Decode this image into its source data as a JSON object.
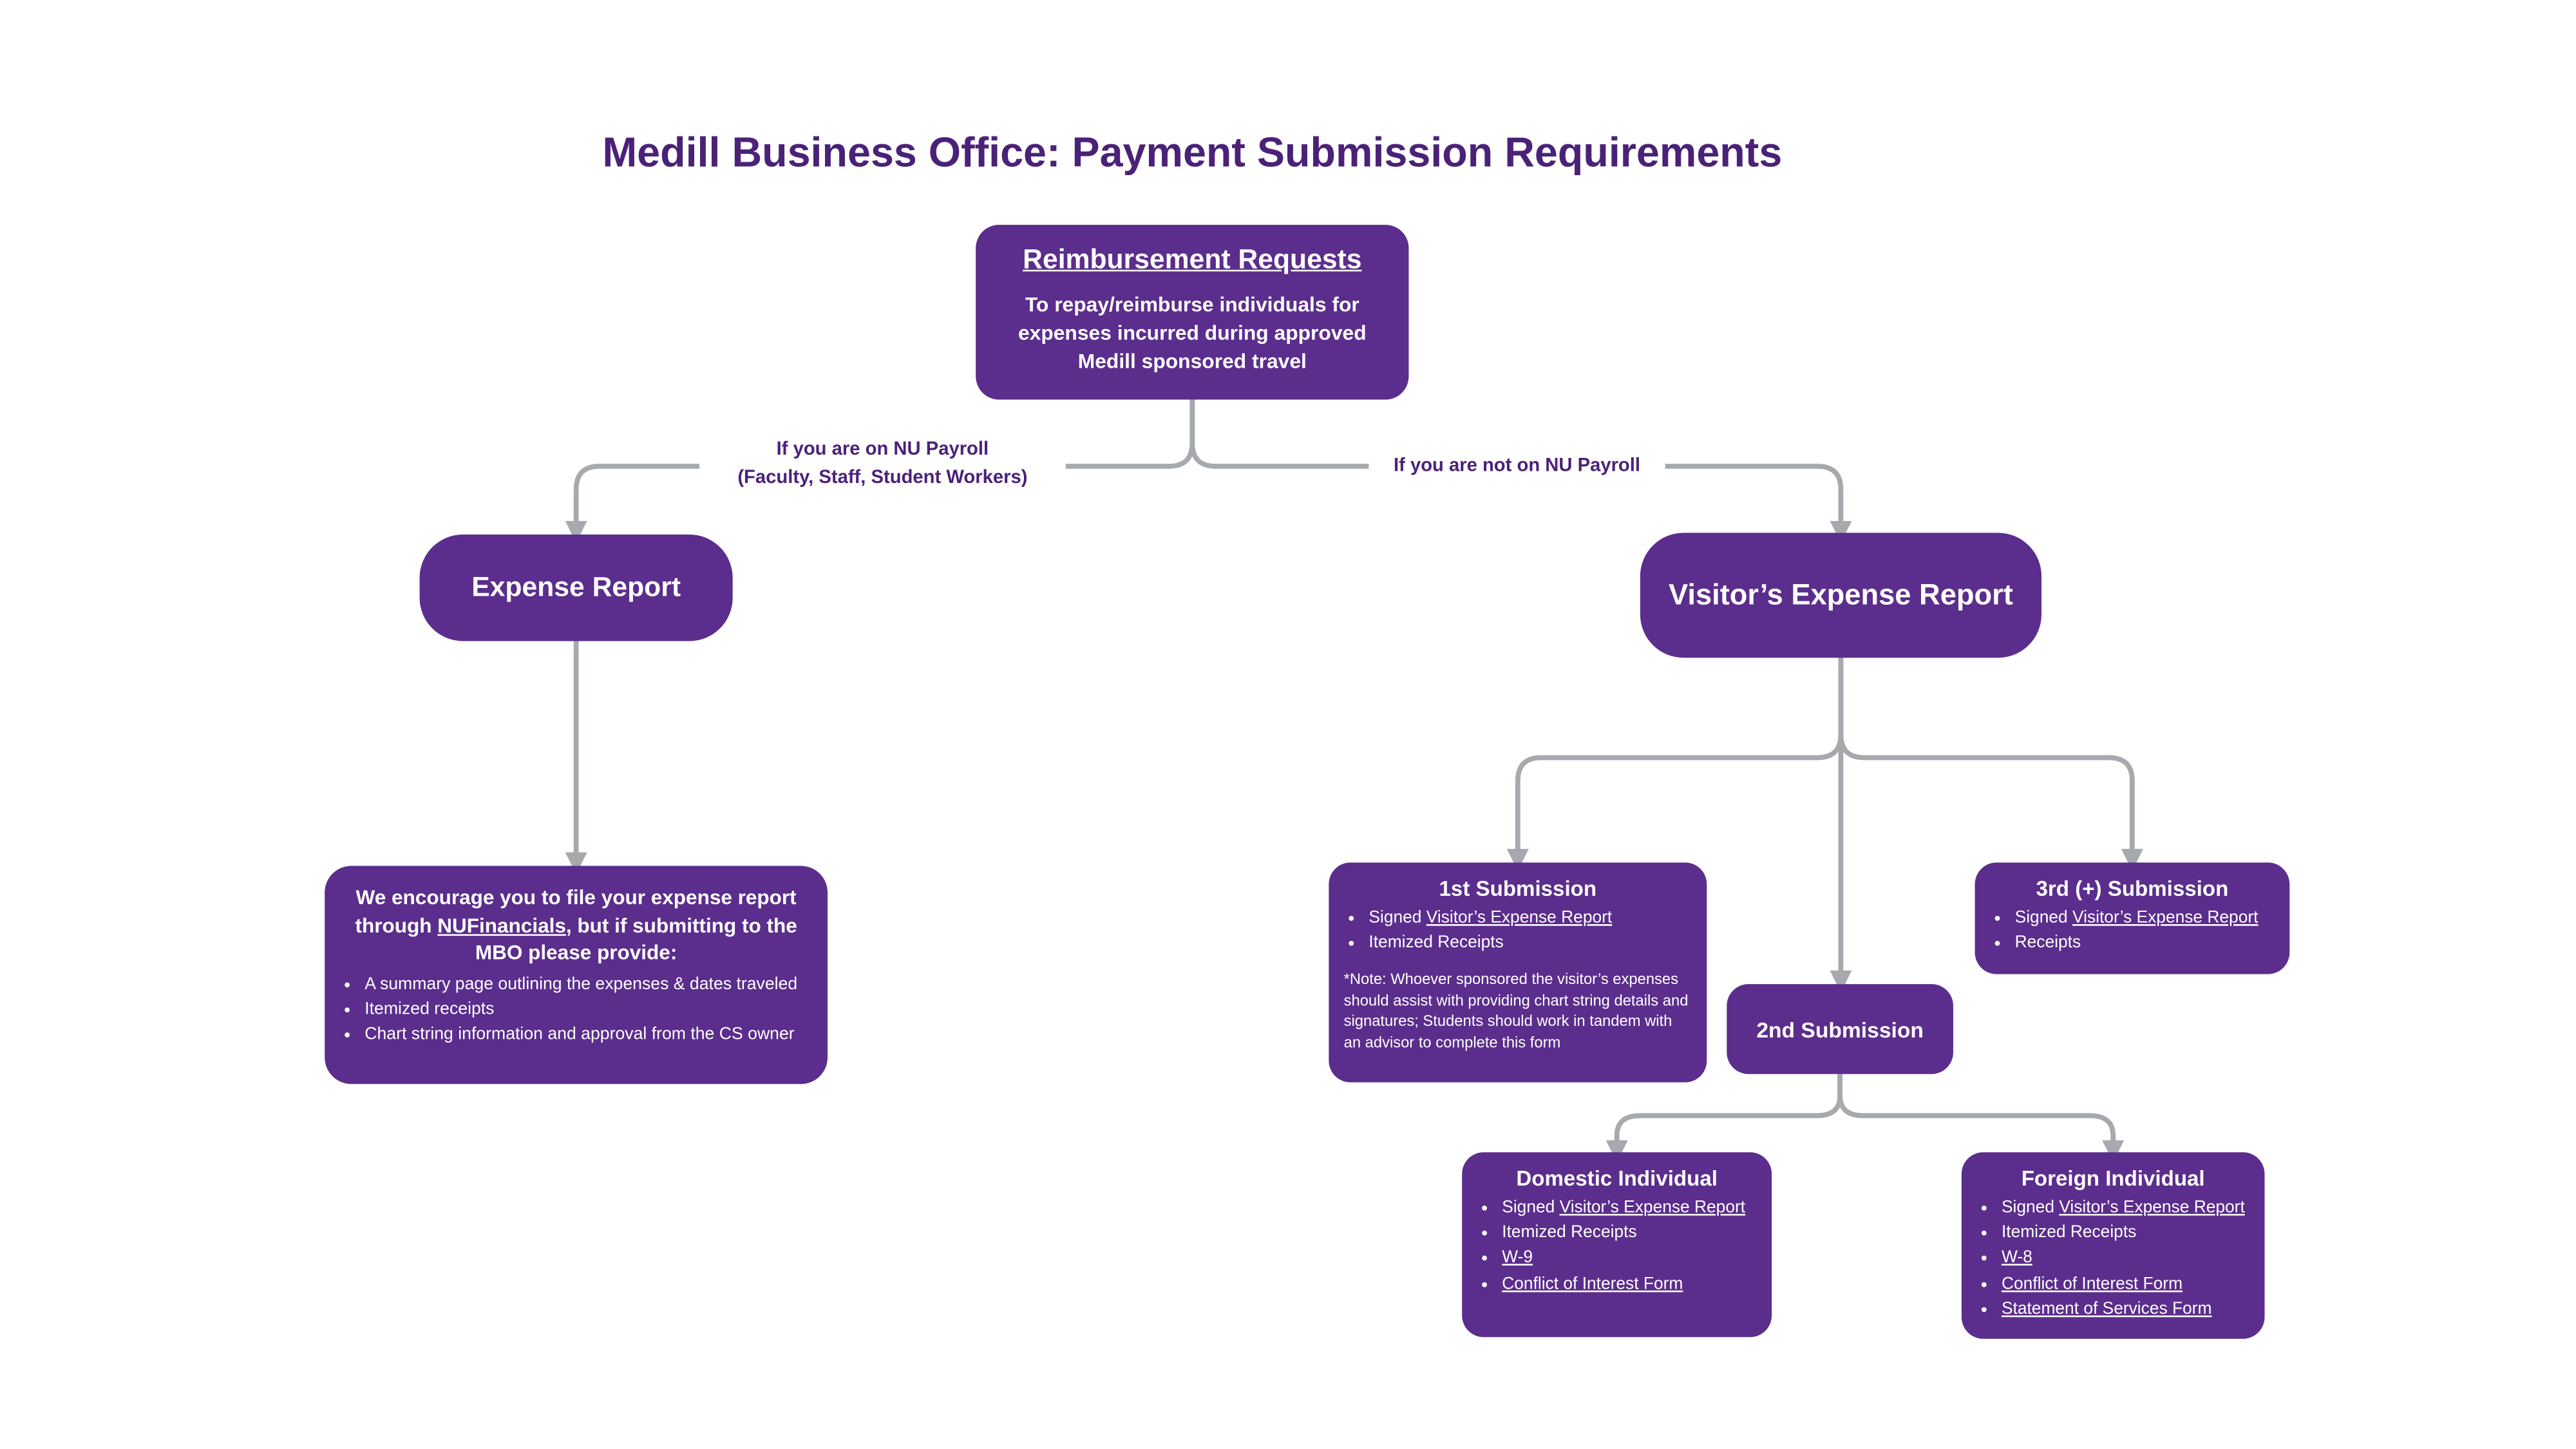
{
  "title": "Medill Business Office: Payment Submission Requirements",
  "colors": {
    "box_purple": "#5b2d8c",
    "text_purple": "#4b2178",
    "connector_gray": "#a6a9ad"
  },
  "root_box": {
    "heading": "Reimbursement Requests",
    "description": "To repay/reimburse individuals for expenses incurred during approved Medill sponsored travel"
  },
  "branch_labels": {
    "left_line1": "If you are on NU Payroll",
    "left_line2": "(Faculty, Staff, Student Workers)",
    "right": "If you are not on NU Payroll"
  },
  "expense_report": {
    "title": "Expense Report",
    "details_intro_pre": "We encourage you to file your expense report through ",
    "details_intro_link": "NUFinancials",
    "details_intro_post": ", but if submitting to the MBO please provide:",
    "details_bullets": [
      "A summary page outlining the expenses & dates traveled",
      "Itemized receipts",
      "Chart string information and approval from the CS owner"
    ]
  },
  "visitor_report": {
    "title": "Visitor’s Expense Report"
  },
  "first_submission": {
    "title": "1st Submission",
    "signed_prefix": "Signed ",
    "signed_link": "Visitor’s Expense Report",
    "bullet_receipts": "Itemized Receipts",
    "note": "*Note: Whoever sponsored the visitor’s expenses should assist with providing chart string details and signatures; Students should work in tandem with an advisor to complete this form"
  },
  "second_submission": {
    "title": "2nd Submission"
  },
  "third_submission": {
    "title": "3rd (+) Submission",
    "signed_prefix": "Signed ",
    "signed_link": "Visitor’s Expense Report",
    "bullet_receipts": "Receipts"
  },
  "domestic_individual": {
    "title": "Domestic Individual",
    "signed_prefix": "Signed ",
    "signed_link": "Visitor’s Expense Report",
    "bullet_receipts": "Itemized Receipts",
    "w9_link": "W-9",
    "coi_link": "Conflict of Interest Form"
  },
  "foreign_individual": {
    "title": "Foreign Individual",
    "signed_prefix": "Signed ",
    "signed_link": "Visitor’s Expense Report",
    "bullet_receipts": "Itemized Receipts",
    "w8_link": "W-8",
    "coi_link": "Conflict of Interest Form",
    "services_link": "Statement of Services Form"
  }
}
